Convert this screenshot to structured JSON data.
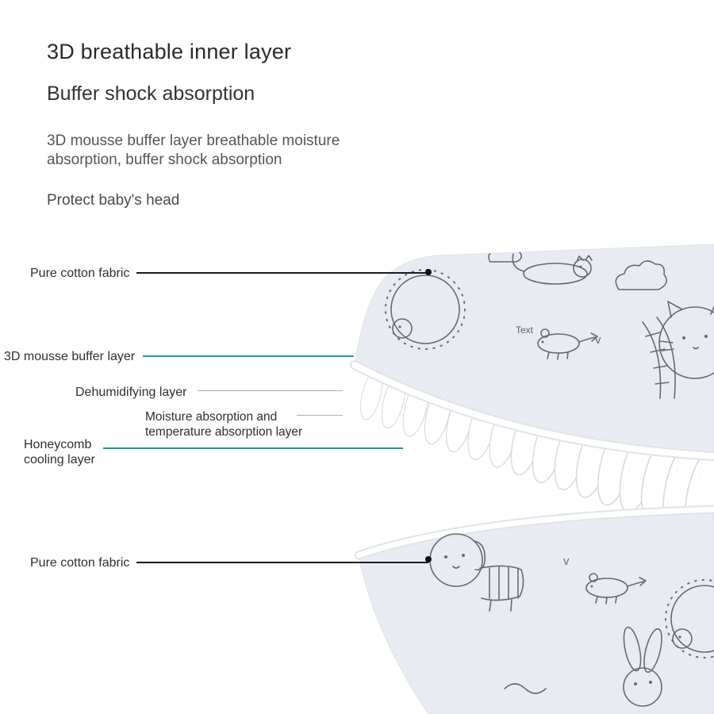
{
  "header": {
    "title": "3D breathable inner layer",
    "subtitle": "Buffer shock absorption",
    "description": "3D mousse buffer layer breathable moisture absorption, buffer shock absorption",
    "tagline": "Protect baby's head"
  },
  "labels": [
    {
      "id": "pure-cotton-top",
      "text": "Pure cotton fabric",
      "line_color": "#1b1b1b"
    },
    {
      "id": "mousse-buffer",
      "text": "3D mousse buffer layer",
      "line_color": "#17a093"
    },
    {
      "id": "dehumidifying",
      "text": "Dehumidifying layer",
      "line_color": "#b0b0b0"
    },
    {
      "id": "moisture-temperature",
      "text": "Moisture absorption and temperature absorption layer",
      "line_color": "#b0b0b0"
    },
    {
      "id": "honeycomb-cooling",
      "text": "Honeycomb cooling layer",
      "line_color": "#17a093"
    },
    {
      "id": "pure-cotton-bottom",
      "text": "Pure cotton fabric",
      "line_color": "#1b1b1b"
    }
  ],
  "illustration": {
    "doodle_text": "Text",
    "doodle_checkmark": "v",
    "fabric_color": "#e9ebf2",
    "mesh_color": "#ffffff"
  },
  "colors": {
    "accent_teal": "#17a093",
    "leader_dark": "#1b1b1b",
    "leader_gray": "#b0b0b0",
    "heading_text": "#2b2b2b",
    "body_text": "#555555"
  }
}
